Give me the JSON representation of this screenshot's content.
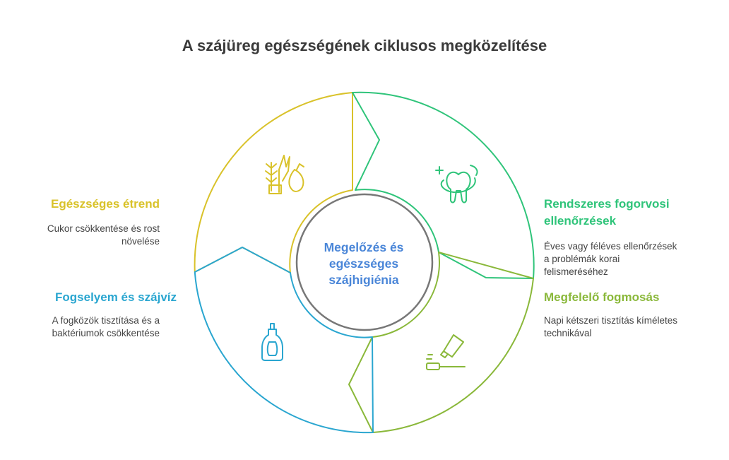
{
  "title": "A szájüreg egészségének ciklusos megközelítése",
  "center": {
    "lines": [
      "Megelőzés és",
      "egészséges",
      "szájhigiénia"
    ],
    "color": "#4a86d8"
  },
  "colors": {
    "yellow": "#d9c22a",
    "green": "#2fc47a",
    "olive": "#8ab83a",
    "blue": "#2aa6d0",
    "center_ring": "#777777"
  },
  "segments": [
    {
      "id": "diet",
      "label": "Egészséges étrend",
      "description_lines": [
        "Cukor csökkentése és rost",
        "növelése"
      ],
      "icon": "plant-and-pear-icon",
      "color": "#d9c22a"
    },
    {
      "id": "dentist",
      "label_lines": [
        "Rendszeres fogorvosi",
        "ellenőrzések"
      ],
      "description_lines": [
        "Éves vagy féléves ellenőrzések",
        "a problémák korai",
        "felismeréséhez"
      ],
      "icon": "sparkling-tooth-icon",
      "color": "#2fc47a"
    },
    {
      "id": "brushing",
      "label": "Megfelelő fogmosás",
      "description_lines": [
        "Napi kétszeri tisztítás kíméletes",
        "technikával"
      ],
      "icon": "toothbrush-toothpaste-icon",
      "color": "#8ab83a"
    },
    {
      "id": "floss",
      "label": "Fogselyem és szájvíz",
      "description_lines": [
        "A fogközök tisztítása és a",
        "baktériumok csökkentése"
      ],
      "icon": "mouthwash-bottle-icon",
      "color": "#2aa6d0"
    }
  ]
}
